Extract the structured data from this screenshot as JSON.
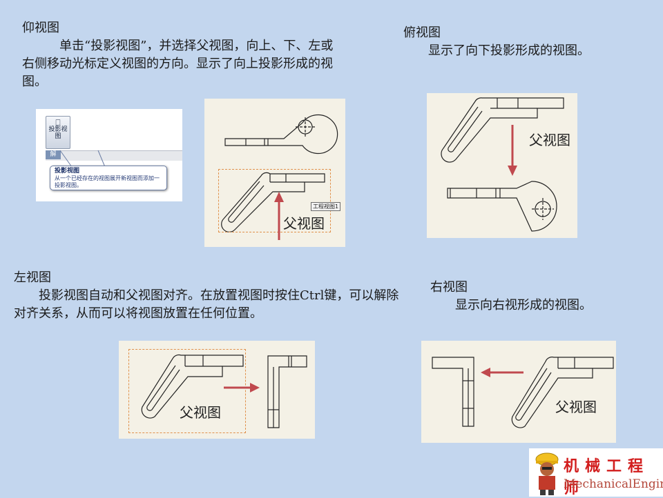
{
  "views": {
    "bottom": {
      "title": "仰视图",
      "body": "　　　单击“投影视图”，并选择父视图，向上、下、左或右侧移动光标定义视图的方向。显示了向上投影形成的视图。"
    },
    "top": {
      "title": "俯视图",
      "body": "　　显示了向下投影形成的视图。"
    },
    "left": {
      "title": "左视图",
      "body": "　　投影视图自动和父视图对齐。在放置视图时按住Ctrl键，可以解除对齐关系，从而可以将视图放置在任何位置。"
    },
    "right": {
      "title": "右视图",
      "body": "　　显示向右视形成的视图。"
    }
  },
  "parent_view_label": "父视图",
  "screenshot": {
    "button_label": "投影视图",
    "tab_label": "解",
    "tooltip_title": "投影视图",
    "tooltip_text": "从一个已经存在的视图展开新视图而添加一投影视图。"
  },
  "drawing_view_badge": "工程视图1",
  "logo": {
    "cn": "机械工程师",
    "en": "MechanicalEngineers"
  },
  "colors": {
    "background": "#c3d6ee",
    "arrow": "#c0494e",
    "dashed_frame": "#e0904a",
    "logo_red": "#d21d1d"
  }
}
